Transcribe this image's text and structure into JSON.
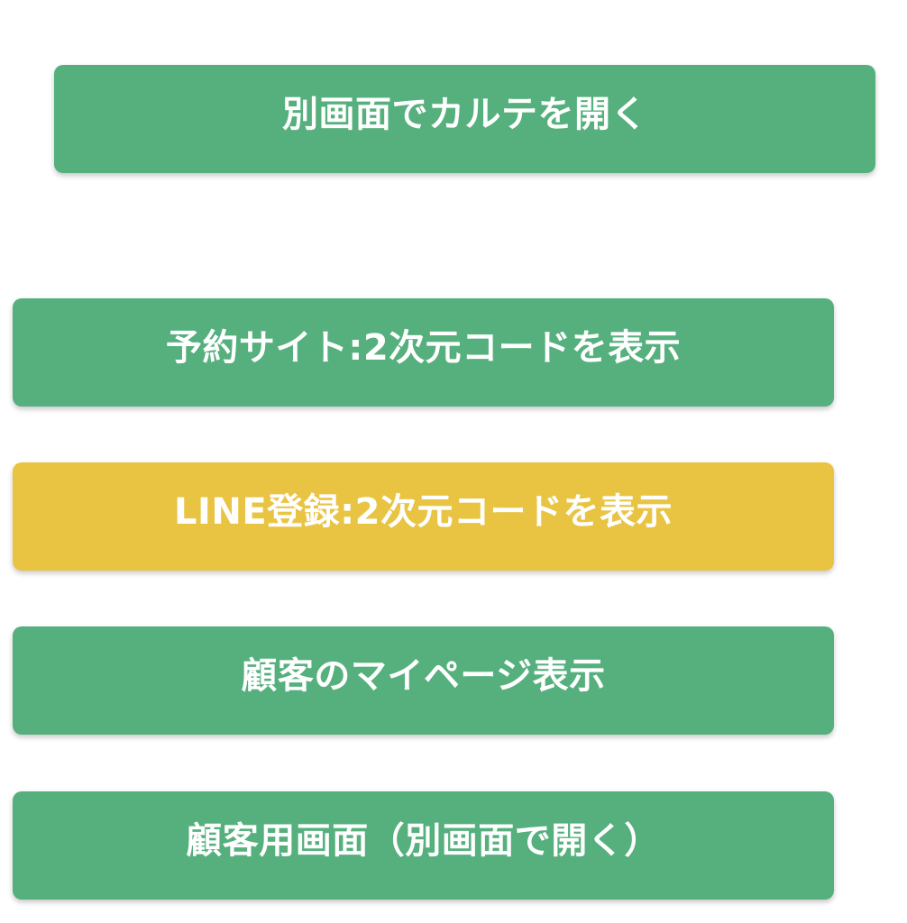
{
  "buttons": {
    "open_karte": {
      "label": "別画面でカルテを開く",
      "color": "#55b07d"
    },
    "reservation_qr": {
      "label": "予約サイト:2次元コードを表示",
      "color": "#55b07d"
    },
    "line_qr": {
      "label": "LINE登録:2次元コードを表示",
      "color": "#e9c443"
    },
    "customer_mypage": {
      "label": "顧客のマイページ表示",
      "color": "#55b07d"
    },
    "customer_screen": {
      "label": "顧客用画面（別画面で開く）",
      "color": "#55b07d"
    }
  }
}
